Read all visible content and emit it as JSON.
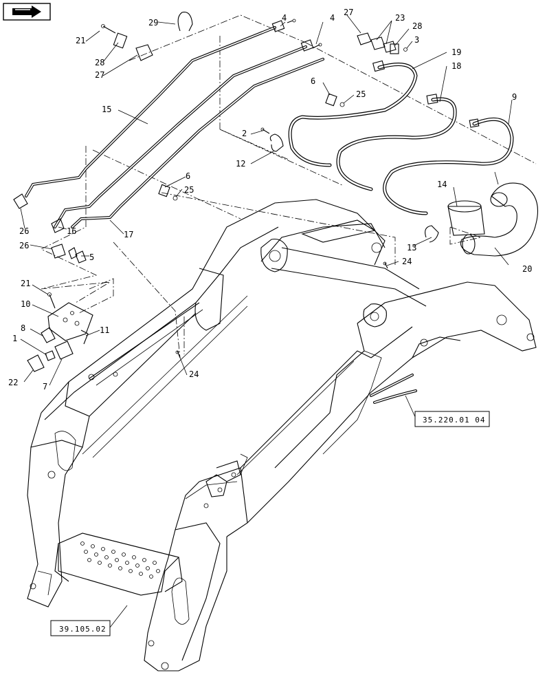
{
  "nav": {
    "icon": "return-arrow-icon"
  },
  "callouts": {
    "c1": "1",
    "c2": "2",
    "c3": "3",
    "c4a": "4",
    "c4b": "4",
    "c5": "5",
    "c6a": "6",
    "c6b": "6",
    "c7": "7",
    "c8": "8",
    "c9": "9",
    "c10": "10",
    "c11": "11",
    "c12": "12",
    "c13": "13",
    "c14": "14",
    "c15": "15",
    "c16": "16",
    "c17": "17",
    "c18": "18",
    "c19": "19",
    "c20": "20",
    "c21a": "21",
    "c21b": "21",
    "c22": "22",
    "c23": "23",
    "c24a": "24",
    "c24b": "24",
    "c25a": "25",
    "c25b": "25",
    "c26a": "26",
    "c26b": "26",
    "c27a": "27",
    "c27b": "27",
    "c28a": "28",
    "c28b": "28",
    "c29": "29"
  },
  "references": {
    "ref1": "35.220.01 04",
    "ref2": "39.105.02"
  }
}
